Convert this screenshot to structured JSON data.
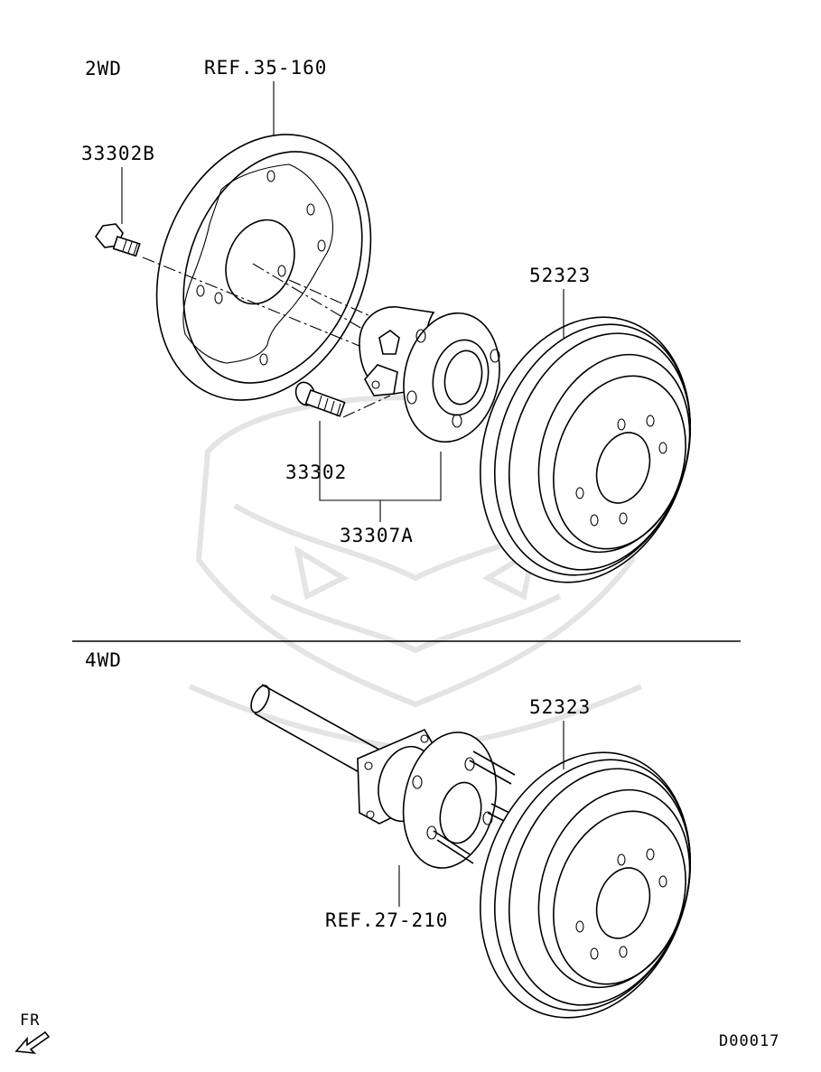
{
  "sections": {
    "top": {
      "label": "2WD"
    },
    "bottom": {
      "label": "4WD"
    }
  },
  "callouts": {
    "ref_35_160": "REF.35-160",
    "part_33302B": "33302B",
    "part_52323_top": "52323",
    "part_33302": "33302",
    "part_33307A": "33307A",
    "part_52323_bottom": "52323",
    "ref_27_210": "REF.27-210"
  },
  "orientation": {
    "label": "FR",
    "icon": "arrow-front-icon"
  },
  "diagram_code": "D00017",
  "colors": {
    "line": "#000000",
    "background": "#ffffff",
    "watermark": "#e4e4e4"
  }
}
